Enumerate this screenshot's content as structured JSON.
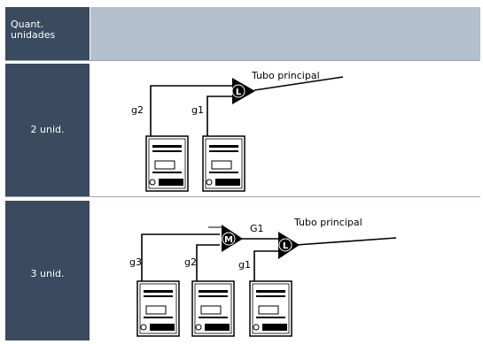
{
  "header": {
    "label": "Quant.\nunidades"
  },
  "rows": [
    {
      "label": "2 unid.",
      "main_pipe": "Tubo principal",
      "branch_mark": "L",
      "labels": [
        "g2",
        "g1"
      ]
    },
    {
      "label": "3 unid.",
      "main_pipe": "Tubo principal",
      "branch_marks": [
        "M",
        "L"
      ],
      "mid_label": "G1",
      "labels": [
        "g3",
        "g2",
        "g1"
      ]
    }
  ],
  "colors": {
    "header_dark": "#3a4a5f",
    "header_light": "#b4c0ce",
    "line": "#000000"
  }
}
